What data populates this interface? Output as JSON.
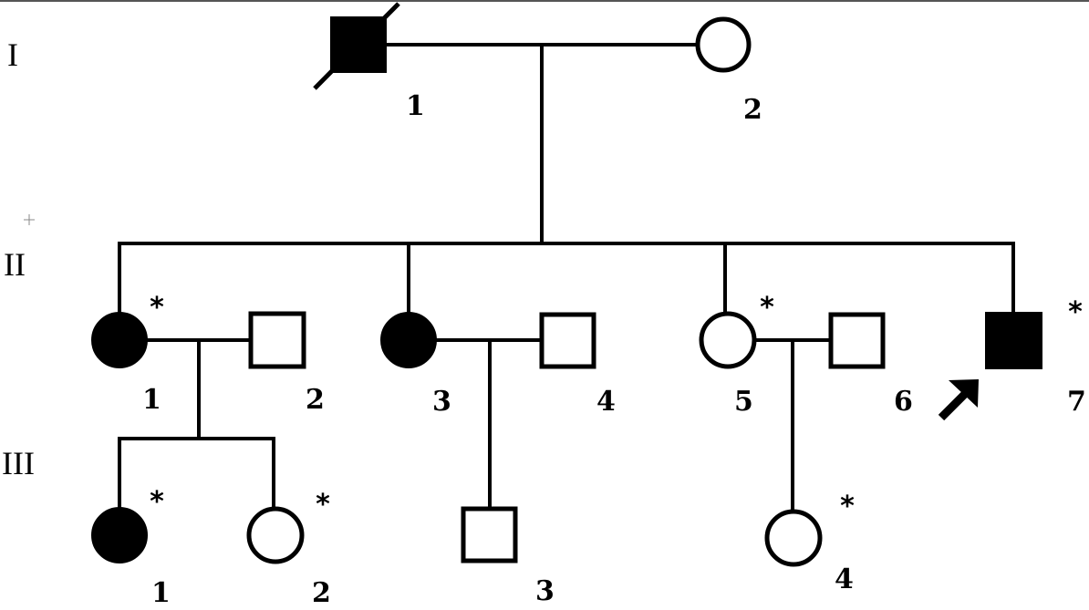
{
  "generations": [
    "I",
    "II",
    "III"
  ],
  "individuals": {
    "I_1": {
      "label": "1",
      "sex": "male",
      "affected": true,
      "deceased": true,
      "asterisk": false
    },
    "I_2": {
      "label": "2",
      "sex": "female",
      "affected": false,
      "asterisk": false
    },
    "II_1": {
      "label": "1",
      "sex": "female",
      "affected": true,
      "asterisk": true
    },
    "II_2": {
      "label": "2",
      "sex": "male",
      "affected": false,
      "asterisk": false
    },
    "II_3": {
      "label": "3",
      "sex": "female",
      "affected": true,
      "asterisk": false
    },
    "II_4": {
      "label": "4",
      "sex": "male",
      "affected": false,
      "asterisk": false
    },
    "II_5": {
      "label": "5",
      "sex": "female",
      "affected": false,
      "asterisk": true
    },
    "II_6": {
      "label": "6",
      "sex": "male",
      "affected": false,
      "asterisk": false
    },
    "II_7": {
      "label": "7",
      "sex": "male",
      "affected": true,
      "asterisk": true,
      "proband": true
    },
    "III_1": {
      "label": "1",
      "sex": "female",
      "affected": true,
      "asterisk": true
    },
    "III_2": {
      "label": "2",
      "sex": "female",
      "affected": false,
      "asterisk": true
    },
    "III_3": {
      "label": "3",
      "sex": "male",
      "affected": false,
      "asterisk": false
    },
    "III_4": {
      "label": "4",
      "sex": "female",
      "affected": false,
      "asterisk": true
    }
  },
  "asterisk": "*"
}
